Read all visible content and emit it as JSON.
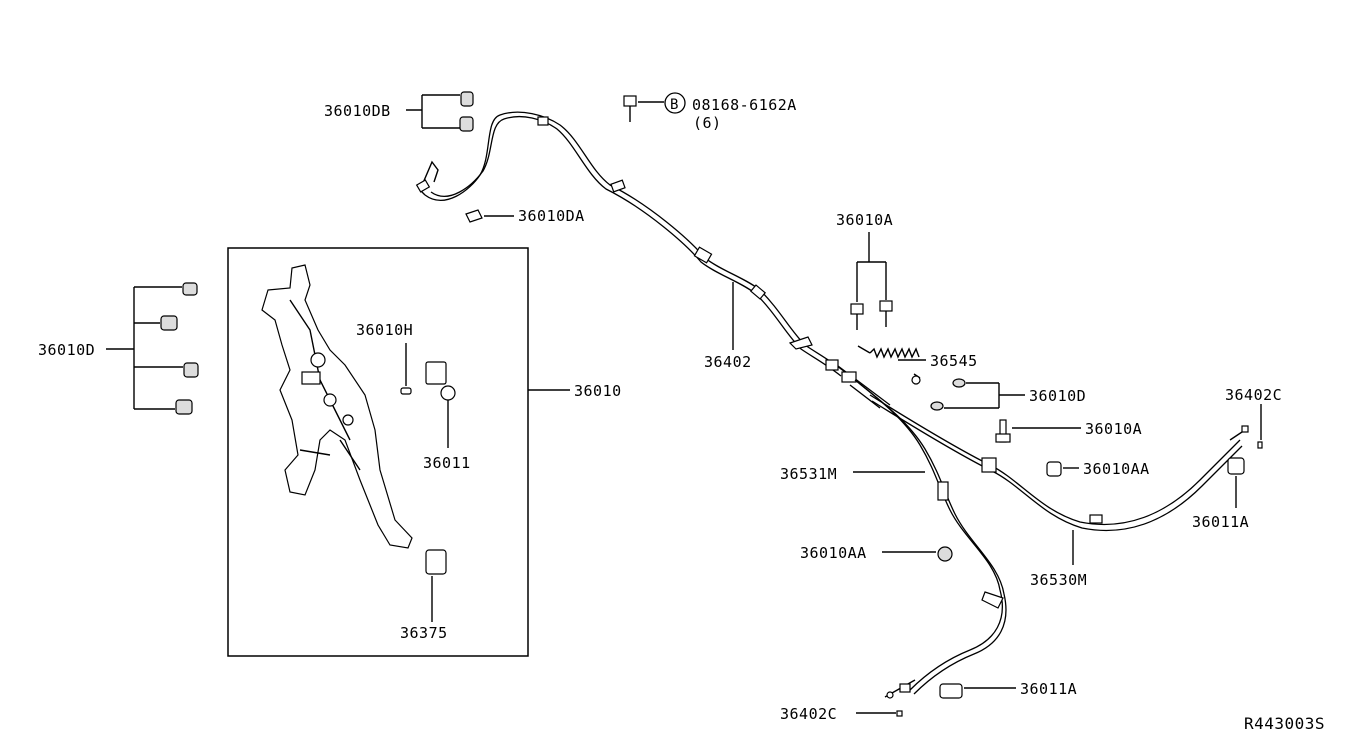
{
  "diagram": {
    "labels": {
      "p36010DB": "36010DB",
      "p36010DA": "36010DA",
      "p36010D_left": "36010D",
      "p36010H": "36010H",
      "p36010": "36010",
      "p36011": "36011",
      "p36375": "36375",
      "p36402": "36402",
      "p36010A_top": "36010A",
      "p36545": "36545",
      "p36010D_right": "36010D",
      "p36010A_mid": "36010A",
      "p36010AA_right": "36010AA",
      "p36402C_right": "36402C",
      "p36011A_right": "36011A",
      "p36531M": "36531M",
      "p36010AA_mid": "36010AA",
      "p36530M": "36530M",
      "p36011A_bottom": "36011A",
      "p36402C_bottom": "36402C",
      "bolt_part": "08168-6162A",
      "bolt_qty": "(6)",
      "bolt_symbol": "B",
      "ref_code": "R443003S"
    }
  }
}
